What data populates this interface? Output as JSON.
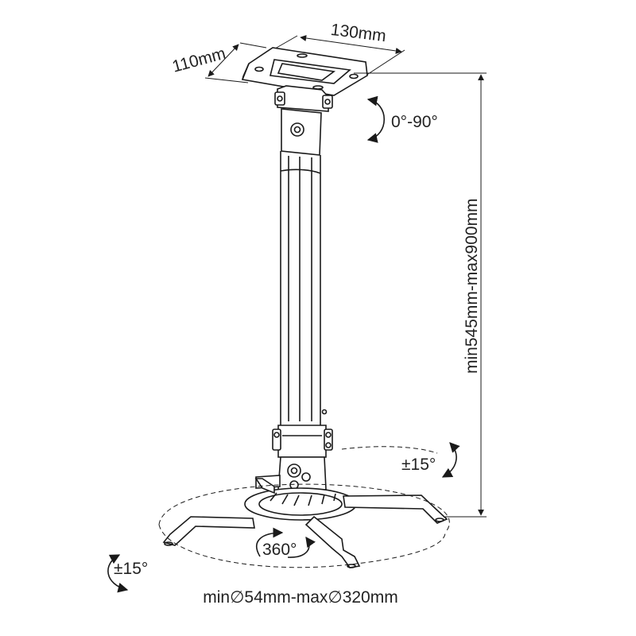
{
  "diagram": {
    "labels": {
      "plate_width": "130mm",
      "plate_depth": "110mm",
      "tilt_top": "0°-90°",
      "height_range": "min545mm-max900mm",
      "tilt_joint": "±15°",
      "rotation": "360°",
      "tilt_bottom": "±15°",
      "diameter_range": "min∅54mm-max∅320mm"
    },
    "colors": {
      "line": "#1a1a1a",
      "text": "#222222",
      "background": "#ffffff"
    },
    "icons": [
      "rotate-arrow-icon"
    ]
  }
}
